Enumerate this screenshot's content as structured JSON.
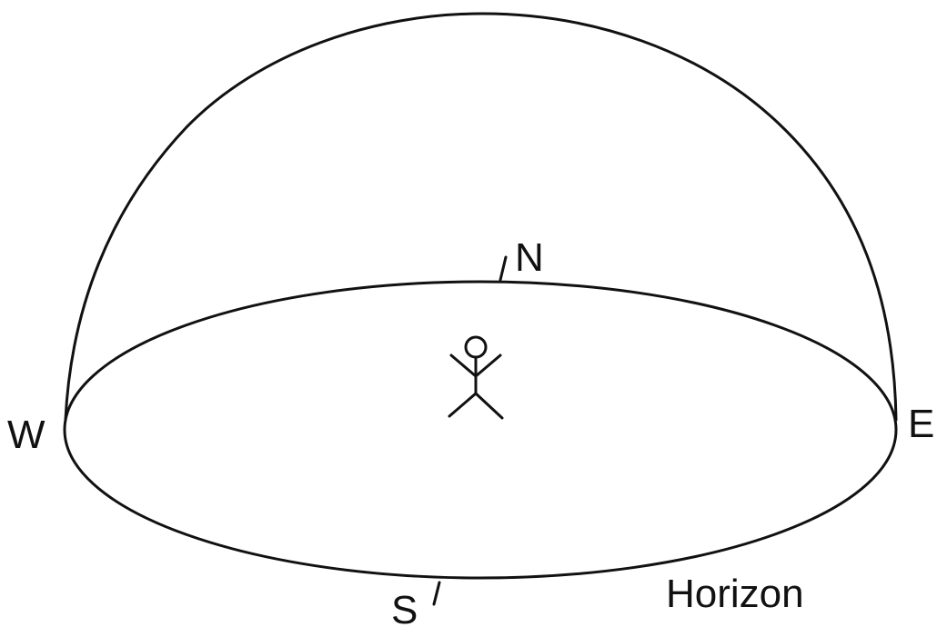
{
  "diagram": {
    "directions": {
      "north": "N",
      "south": "S",
      "east": "E",
      "west": "W"
    },
    "horizon_label": "Horizon",
    "stroke_color": "#111111",
    "background_color": "#ffffff"
  }
}
